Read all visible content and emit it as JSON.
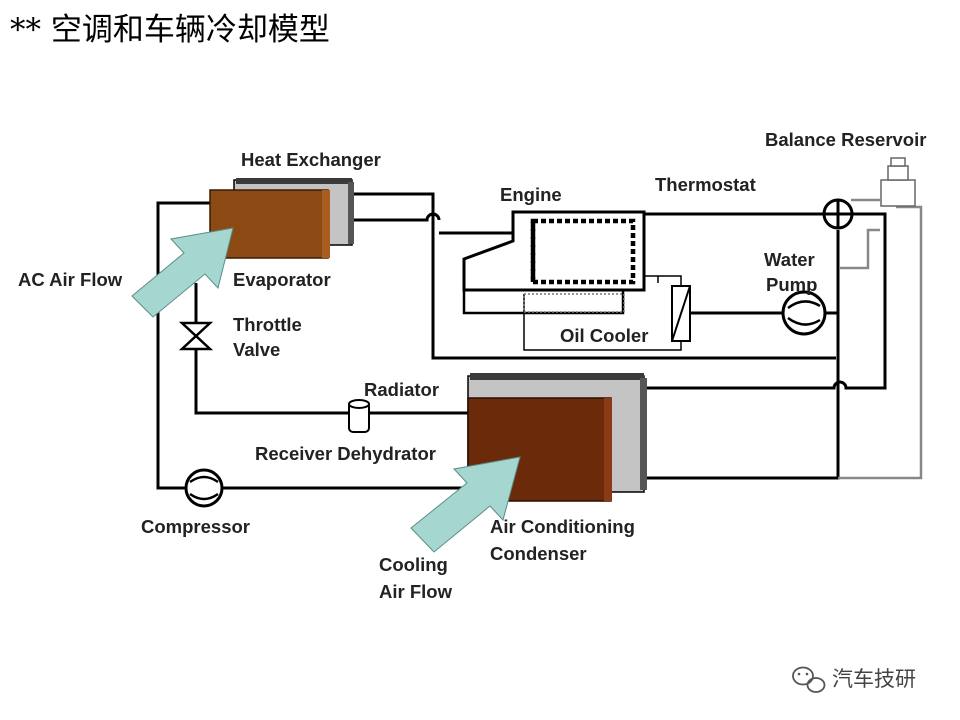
{
  "title": "** 空调和车辆冷却模型",
  "labels": {
    "heat_exchanger": "Heat Exchanger",
    "engine": "Engine",
    "thermostat": "Thermostat",
    "balance_reservoir": "Balance Reservoir",
    "ac_air_flow": "AC Air Flow",
    "evaporator": "Evaporator",
    "water": "Water",
    "pump": "Pump",
    "throttle": "Throttle",
    "valve": "Valve",
    "oil_cooler": "Oil Cooler",
    "radiator": "Radiator",
    "receiver_dehydrator": "Receiver Dehydrator",
    "compressor": "Compressor",
    "air_conditioning": "Air Conditioning",
    "condenser": "Condenser",
    "cooling": "Cooling",
    "air_flow": "Air Flow"
  },
  "watermark": "汽车技研",
  "colors": {
    "evaporator": "#8b4a14",
    "condenser": "#6b2a0a",
    "arrow": "#a6d6d0",
    "back_panel": "#c4c4c4"
  }
}
